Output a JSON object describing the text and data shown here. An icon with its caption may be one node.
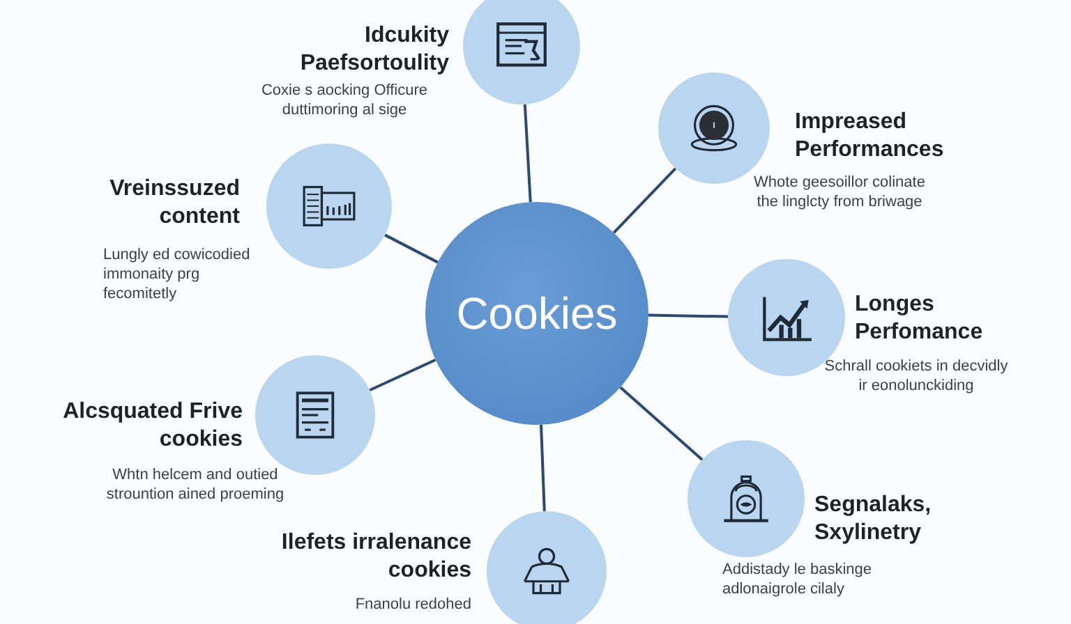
{
  "diagram": {
    "nodes": [
      {
        "text": [
          "Cookies"
        ]
      },
      {
        "text": [],
        "shape": "circle",
        "beside": [
          "Idcukity Paefsortoulity",
          "Coxie s aocking Officure duttimoring al sige"
        ]
      },
      {
        "text": [],
        "shape": "circle",
        "beside": [
          "Impreased Performances",
          "Whote geesoillor colinate the linglcty from briwage"
        ]
      },
      {
        "text": [],
        "shape": "circle",
        "beside": [
          "Vreinssuzed content",
          "Lungly ed cowicodied immonaity prg fecomitetly"
        ]
      },
      {
        "text": [],
        "shape": "circle",
        "beside": [
          "Longes Perfomance",
          "Schrall cookiets in decvidly ir eonolunckiding"
        ]
      },
      {
        "text": [],
        "shape": "circle",
        "beside": [
          "Alcsquated Frive cookies",
          "Whtn helcem and outied strountion ained proeming"
        ]
      },
      {
        "text": [],
        "shape": "circle",
        "beside": [
          "Segnalaks, Sxylinetry",
          "Addistady le baskinge adlonaigrole cilaly"
        ]
      },
      {
        "text": [],
        "shape": "circle",
        "beside": [
          "Ilefets irralenance cookies",
          "Fnanolu redohed"
        ]
      }
    ],
    "edges": [
      {
        "from": 0,
        "to": 1,
        "arrow": "none"
      },
      {
        "from": 0,
        "to": 2,
        "arrow": "none"
      },
      {
        "from": 0,
        "to": 3,
        "arrow": "none"
      },
      {
        "from": 0,
        "to": 4,
        "arrow": "none"
      },
      {
        "from": 0,
        "to": 5,
        "arrow": "none"
      },
      {
        "from": 0,
        "to": 6,
        "arrow": "none"
      },
      {
        "from": 0,
        "to": 7,
        "arrow": "none"
      }
    ]
  }
}
